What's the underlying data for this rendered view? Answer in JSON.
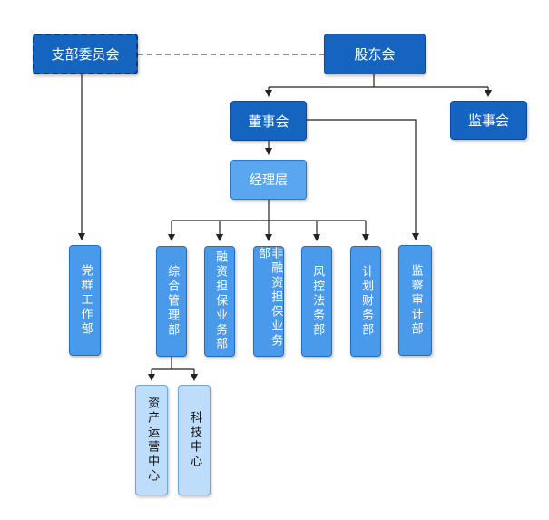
{
  "nodes": {
    "party_committee": "支部委员会",
    "shareholders": "股东会",
    "board": "董事会",
    "supervisors": "监事会",
    "management": "经理层",
    "party_work": "党群工作部",
    "general_mgmt": "综合管理部",
    "financing_guarantee": "融资担保业务部",
    "non_financing_guarantee": "非融资担保业务部",
    "risk_legal": "风控法务部",
    "planning_finance": "计划财务部",
    "audit": "监察审计部",
    "asset_ops": "资产运营中心",
    "tech_center": "科技中心"
  },
  "colors": {
    "primary": "#1565C0",
    "secondary": "#3A8FE0",
    "department": "#4A9AEB",
    "pale": "#BEDDFB",
    "line": "#222222"
  }
}
